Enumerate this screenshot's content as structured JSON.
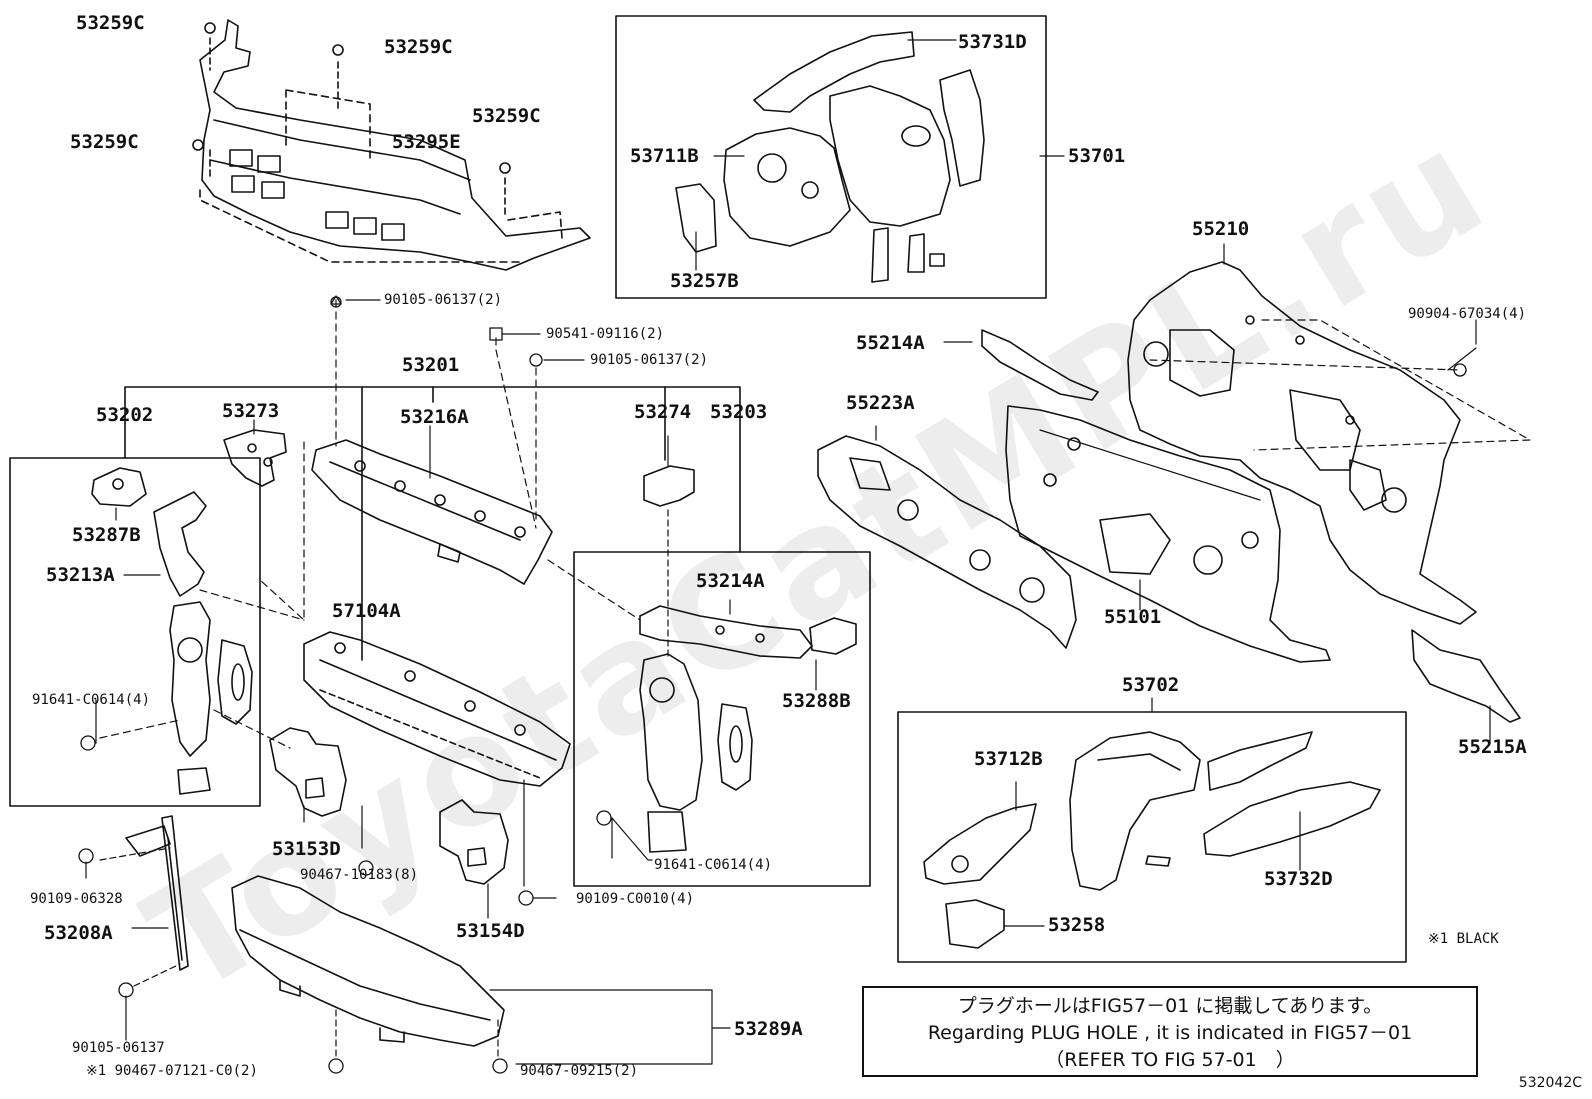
{
  "watermark": "ToyotaCatMPL.ru",
  "part_labels": [
    {
      "id": "53259C-a",
      "text": "53259C"
    },
    {
      "id": "53259C-b",
      "text": "53259C"
    },
    {
      "id": "53259C-c",
      "text": "53259C"
    },
    {
      "id": "53259C-d",
      "text": "53259C"
    },
    {
      "id": "53295E",
      "text": "53295E"
    },
    {
      "id": "53731D",
      "text": "53731D"
    },
    {
      "id": "53711B",
      "text": "53711B"
    },
    {
      "id": "53701",
      "text": "53701"
    },
    {
      "id": "53257B",
      "text": "53257B"
    },
    {
      "id": "55210",
      "text": "55210"
    },
    {
      "id": "53201",
      "text": "53201"
    },
    {
      "id": "53202",
      "text": "53202"
    },
    {
      "id": "53273",
      "text": "53273"
    },
    {
      "id": "53216A",
      "text": "53216A"
    },
    {
      "id": "53274",
      "text": "53274"
    },
    {
      "id": "53203",
      "text": "53203"
    },
    {
      "id": "55214A",
      "text": "55214A"
    },
    {
      "id": "55223A",
      "text": "55223A"
    },
    {
      "id": "53287B",
      "text": "53287B"
    },
    {
      "id": "53213A",
      "text": "53213A"
    },
    {
      "id": "57104A",
      "text": "57104A"
    },
    {
      "id": "53214A",
      "text": "53214A"
    },
    {
      "id": "53288B",
      "text": "53288B"
    },
    {
      "id": "55101",
      "text": "55101"
    },
    {
      "id": "53702",
      "text": "53702"
    },
    {
      "id": "55215A",
      "text": "55215A"
    },
    {
      "id": "53712B",
      "text": "53712B"
    },
    {
      "id": "53153D",
      "text": "53153D"
    },
    {
      "id": "53732D",
      "text": "53732D"
    },
    {
      "id": "53258",
      "text": "53258"
    },
    {
      "id": "53208A",
      "text": "53208A"
    },
    {
      "id": "53154D",
      "text": "53154D"
    },
    {
      "id": "53289A",
      "text": "53289A"
    }
  ],
  "fastener_labels": [
    {
      "id": "f1",
      "text": "90105-06137(2)"
    },
    {
      "id": "f2",
      "text": "90541-09116(2)"
    },
    {
      "id": "f3",
      "text": "90105-06137(2)"
    },
    {
      "id": "f4",
      "text": "90904-67034(4)"
    },
    {
      "id": "f5",
      "text": "91641-C0614(4)"
    },
    {
      "id": "f6",
      "text": "91641-C0614(4)"
    },
    {
      "id": "f7",
      "text": "90467-10183(8)"
    },
    {
      "id": "f8",
      "text": "90109-06328"
    },
    {
      "id": "f9",
      "text": "90109-C0010(4)"
    },
    {
      "id": "f10",
      "text": "90105-06137"
    },
    {
      "id": "f11",
      "text": "※1 90467-07121-C0(2)"
    },
    {
      "id": "f12",
      "text": "90467-09215(2)"
    },
    {
      "id": "f13",
      "text": "※1 BLACK"
    }
  ],
  "note": {
    "line1": "プラグホールはFIG57－01 に掲載してあります。",
    "line2": "Regarding PLUG HOLE , it is indicated in FIG57－01",
    "line3": "（REFER TO FIG 57-01　）"
  },
  "figure_code": "532042C"
}
